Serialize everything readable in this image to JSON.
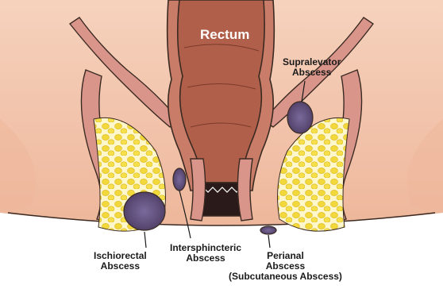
{
  "labels": {
    "rectum": "Rectum",
    "supralevator_line1": "Supralevator",
    "supralevator_line2": "Abscess",
    "ischiorectal_line1": "Ischiorectal",
    "ischiorectal_line2": "Abscess",
    "intersphincteric_line1": "Intersphincteric",
    "intersphincteric_line2": "Abscess",
    "perianal_line1": "Perianal",
    "perianal_line2": "Abscess",
    "perianal_line3": "(Subcutaneous Abscess)"
  },
  "colors": {
    "skin": "#f2c2a6",
    "skin_shadow": "#e8a98c",
    "rectum_wall": "#c97d68",
    "rectum_inner": "#b05a44",
    "fat": "#f5e04a",
    "abscess": "#5a4a78",
    "muscle": "#c6907a",
    "outline": "#3a2a22"
  }
}
